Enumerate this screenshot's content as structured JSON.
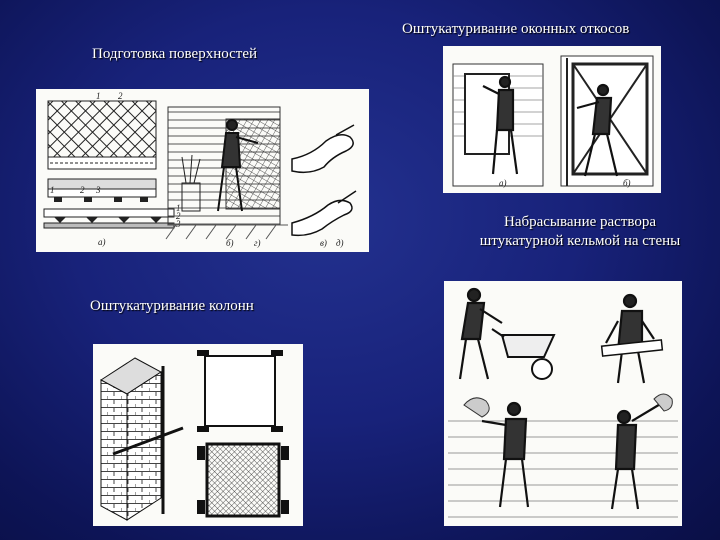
{
  "captions": {
    "windows": "Оштукатуривание оконных откосов",
    "surfaces": "Подготовка поверхностей",
    "throwing_line1": "Набрасывание раствора",
    "throwing_line2": "штукатурной кельмой на стены",
    "columns": "Оштукатуривание колонн"
  },
  "figure_labels": {
    "surfaces": [
      "1",
      "2",
      "1",
      "2",
      "3",
      "1",
      "2",
      "3",
      "а)",
      "б)",
      "в)",
      "г)",
      "д)"
    ],
    "windows": [
      "а)",
      "б)"
    ]
  },
  "colors": {
    "background": "#18227a",
    "caption_text": "#ffffff",
    "panel_background": "#fbfbf8",
    "ink": "#1a1a1a"
  },
  "icons": [
    "hatched-lattice-illustration",
    "worker-illustration",
    "wheelbarrow-illustration",
    "brick-column-illustration"
  ]
}
